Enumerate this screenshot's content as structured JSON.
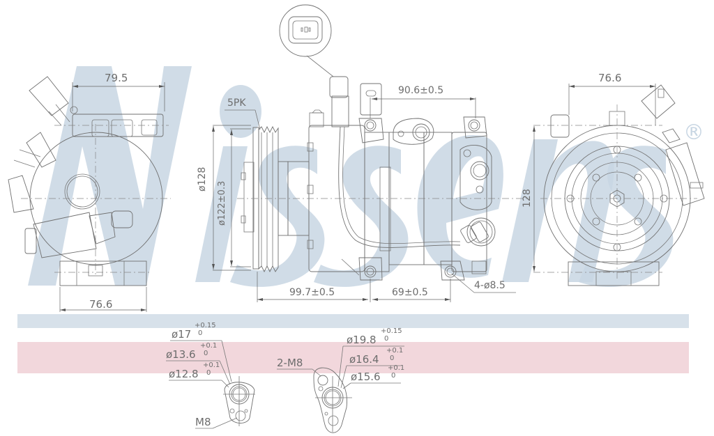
{
  "brand": {
    "watermark_text": "Nissens",
    "registered_mark": "®",
    "watermark_color": "#c8d6e3"
  },
  "bands": {
    "blue_color": "#d7e1ea",
    "pink_color": "#f2d7dc"
  },
  "views": {
    "left_end_view": {
      "top_dimension": "79.5",
      "bottom_dimension": "76.6"
    },
    "connector_detail": {
      "label": "connector plug detail"
    },
    "side_view": {
      "belt_label": "5PK",
      "pulley_outer_diameter": "ø128",
      "pulley_groove_diameter": "ø122±0.3",
      "port_spacing": "90.6±0.5",
      "mount_distance_front": "99.7±0.5",
      "mount_spacing": "69±0.5",
      "mount_holes": "4-ø8.5"
    },
    "right_end_view": {
      "top_dimension": "76.6",
      "height_dimension": "128"
    }
  },
  "ports": {
    "suction_port": {
      "dia_1": "ø17",
      "dia_1_tol_upper": "+0.15",
      "dia_1_tol_lower": "0",
      "dia_2": "ø13.6",
      "dia_2_tol_upper": "+0.1",
      "dia_2_tol_lower": "0",
      "dia_3": "ø12.8",
      "dia_3_tol_upper": "+0.1",
      "dia_3_tol_lower": "0",
      "thread": "M8"
    },
    "discharge_port": {
      "thread": "2-M8",
      "dia_1": "ø19.8",
      "dia_1_tol_upper": "+0.15",
      "dia_1_tol_lower": "0",
      "dia_2": "ø16.4",
      "dia_2_tol_upper": "+0.1",
      "dia_2_tol_lower": "0",
      "dia_3": "ø15.6",
      "dia_3_tol_upper": "+0.1",
      "dia_3_tol_lower": "0"
    }
  }
}
